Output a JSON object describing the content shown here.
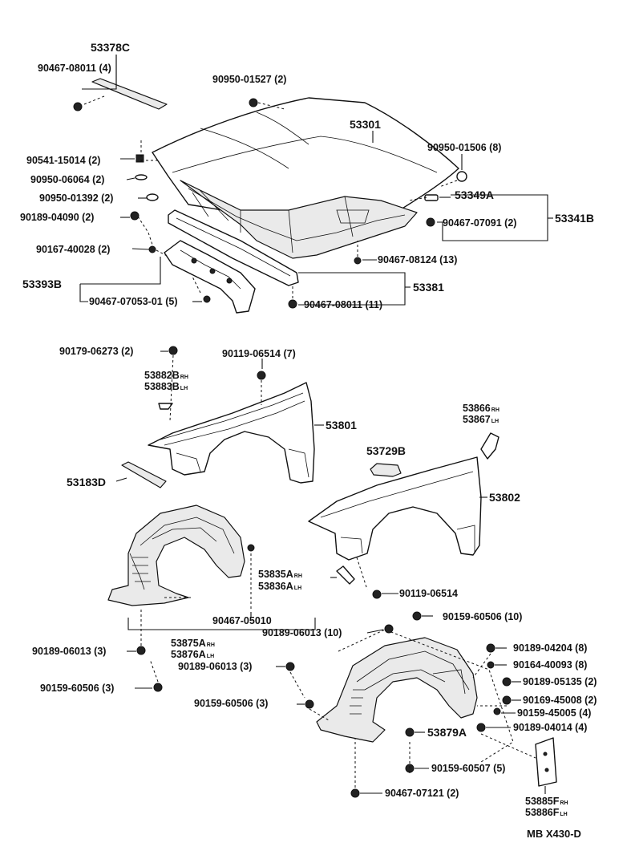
{
  "parts": {
    "p53378C": "53378C",
    "p90467_08011_4": "90467-08011 (4)",
    "p90950_01527_2": "90950-01527 (2)",
    "p53301": "53301",
    "p90950_01506_8": "90950-01506 (8)",
    "p90541_15014_2": "90541-15014 (2)",
    "p90950_06064_2": "90950-06064 (2)",
    "p90950_01392_2": "90950-01392 (2)",
    "p53349A": "53349A",
    "p90189_04090_2": "90189-04090 (2)",
    "p90467_07091_2": "90467-07091 (2)",
    "p53341B": "53341B",
    "p90167_40028_2": "90167-40028 (2)",
    "p90467_08124_13": "90467-08124 (13)",
    "p53393B": "53393B",
    "p53381": "53381",
    "p90467_07053_01_5": "90467-07053-01 (5)",
    "p90467_08011_11": "90467-08011 (11)",
    "p90179_06273_2": "90179-06273 (2)",
    "p90119_06514_7": "90119-06514 (7)",
    "p53882B": "53882B",
    "p53883B": "53883B",
    "p53801": "53801",
    "p53866": "53866",
    "p53867": "53867",
    "p53729B": "53729B",
    "p53183D": "53183D",
    "p53802": "53802",
    "p53835A": "53835A",
    "p53836A": "53836A",
    "p90119_06514": "90119-06514",
    "p90467_05010": "90467-05010",
    "p90159_60506_10": "90159-60506 (10)",
    "p90189_06013_10": "90189-06013 (10)",
    "p90189_06013_3a": "90189-06013 (3)",
    "p53875A": "53875A",
    "p53876A": "53876A",
    "p90189_04204_8": "90189-04204 (8)",
    "p90164_40093_8": "90164-40093 (8)",
    "p90189_06013_3b": "90189-06013 (3)",
    "p90189_05135_2": "90189-05135 (2)",
    "p90159_60506_3a": "90159-60506 (3)",
    "p90169_45008_2": "90169-45008 (2)",
    "p90159_60506_3b": "90159-60506 (3)",
    "p90159_45005_4": "90159-45005 (4)",
    "p90189_04014_4": "90189-04014 (4)",
    "p53879A": "53879A",
    "p90159_60507_5": "90159-60507 (5)",
    "p90467_07121_2": "90467-07121 (2)",
    "p53885F": "53885F",
    "p53886F": "53886F"
  },
  "side": {
    "rh": "RH",
    "lh": "LH"
  },
  "footer": {
    "code": "MB  X430-D"
  }
}
